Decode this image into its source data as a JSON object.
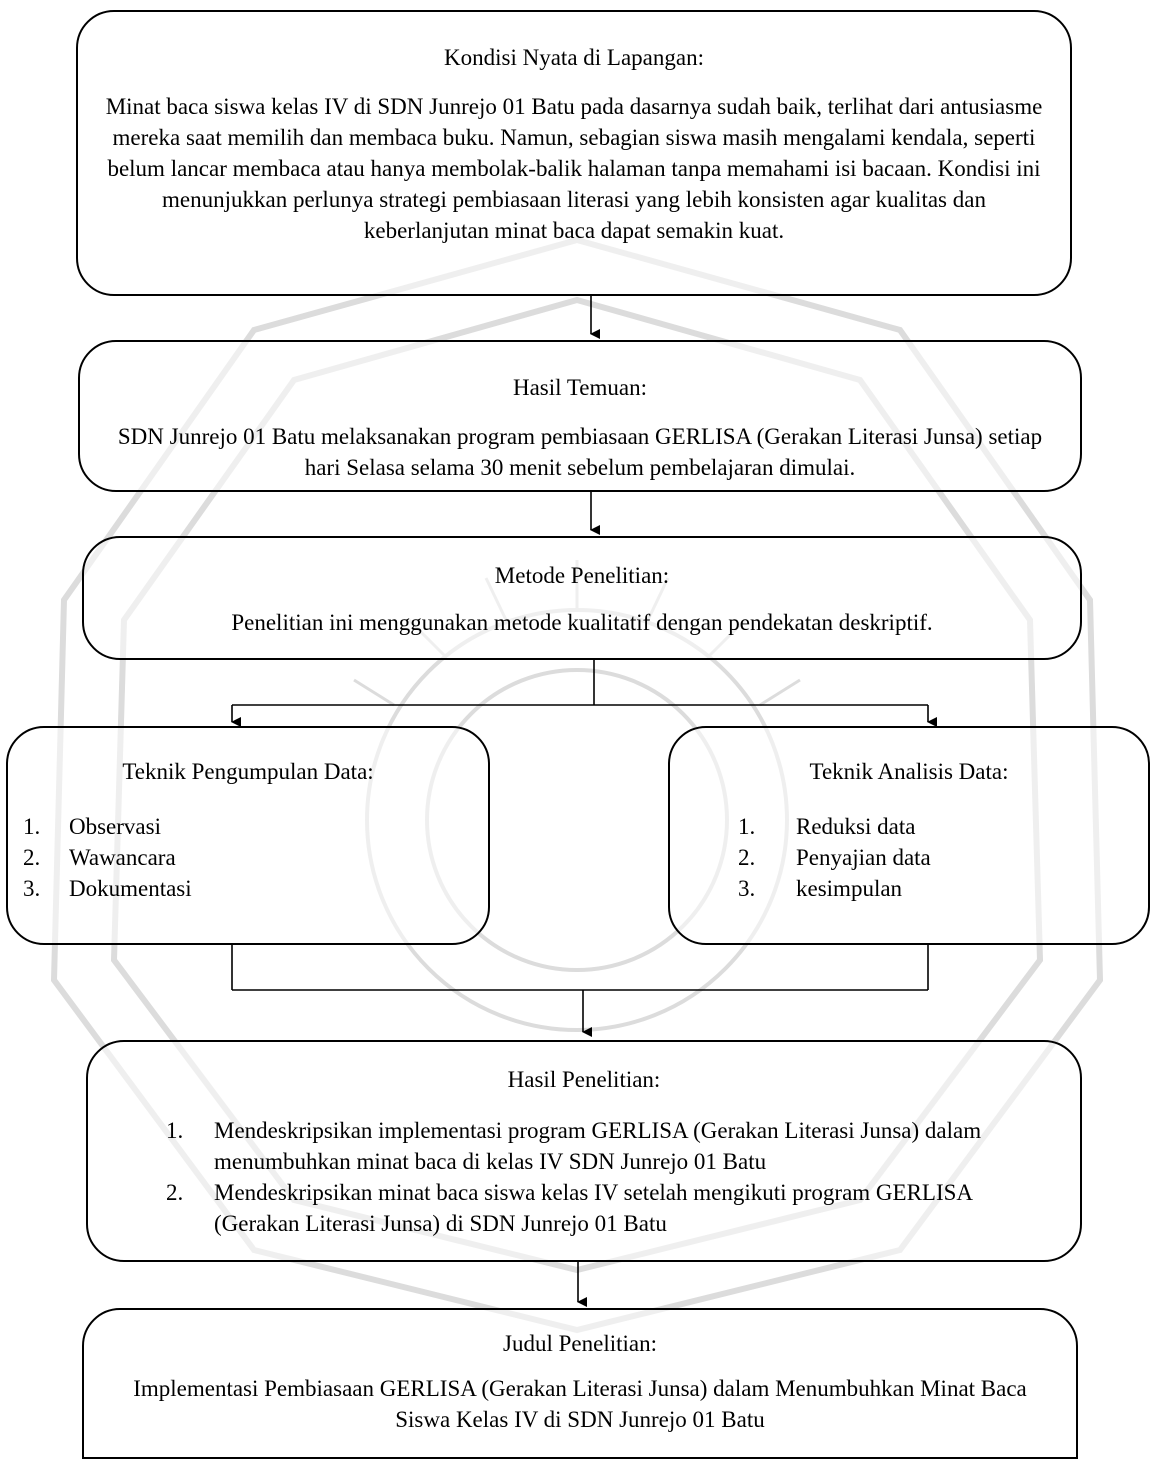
{
  "colors": {
    "line": "#000000",
    "watermark": "#dcdcdc",
    "background": "#ffffff"
  },
  "boxes": {
    "kondisi": {
      "title": "Kondisi Nyata di Lapangan:",
      "body": "Minat baca siswa kelas IV di SDN Junrejo 01 Batu pada dasarnya sudah baik, terlihat dari antusiasme mereka saat memilih dan membaca buku. Namun, sebagian siswa masih mengalami kendala, seperti belum lancar membaca atau hanya membolak-balik halaman tanpa memahami isi bacaan. Kondisi ini menunjukkan perlunya strategi pembiasaan literasi yang lebih konsisten agar kualitas dan keberlanjutan minat baca dapat semakin kuat."
    },
    "temuan": {
      "title": "Hasil Temuan:",
      "body": "SDN Junrejo 01 Batu melaksanakan program pembiasaan GERLISA (Gerakan Literasi Junsa) setiap hari Selasa selama 30 menit sebelum pembelajaran dimulai."
    },
    "metode": {
      "title": "Metode Penelitian:",
      "body": "Penelitian ini menggunakan metode kualitatif dengan pendekatan deskriptif."
    },
    "pengumpulan": {
      "title": "Teknik Pengumpulan Data:",
      "items": [
        {
          "num": "1.",
          "text": "Observasi"
        },
        {
          "num": "2.",
          "text": "Wawancara"
        },
        {
          "num": "3.",
          "text": "Dokumentasi"
        }
      ]
    },
    "analisis": {
      "title": "Teknik Analisis Data:",
      "items": [
        {
          "num": "1.",
          "text": "Reduksi data"
        },
        {
          "num": "2.",
          "text": "Penyajian data"
        },
        {
          "num": "3.",
          "text": "kesimpulan"
        }
      ]
    },
    "hasil": {
      "title": "Hasil Penelitian:",
      "items": [
        {
          "num": "1.",
          "text": "Mendeskripsikan implementasi program GERLISA (Gerakan Literasi Junsa) dalam menumbuhkan minat baca di kelas IV SDN Junrejo 01 Batu"
        },
        {
          "num": "2.",
          "text": "Mendeskripsikan minat baca siswa kelas IV setelah mengikuti program GERLISA (Gerakan Literasi Junsa) di SDN Junrejo 01 Batu"
        }
      ]
    },
    "judul": {
      "title": "Judul Penelitian:",
      "body": "Implementasi Pembiasaan GERLISA (Gerakan Literasi Junsa) dalam Menumbuhkan Minat Baca Siswa Kelas IV di SDN Junrejo 01 Batu"
    }
  }
}
